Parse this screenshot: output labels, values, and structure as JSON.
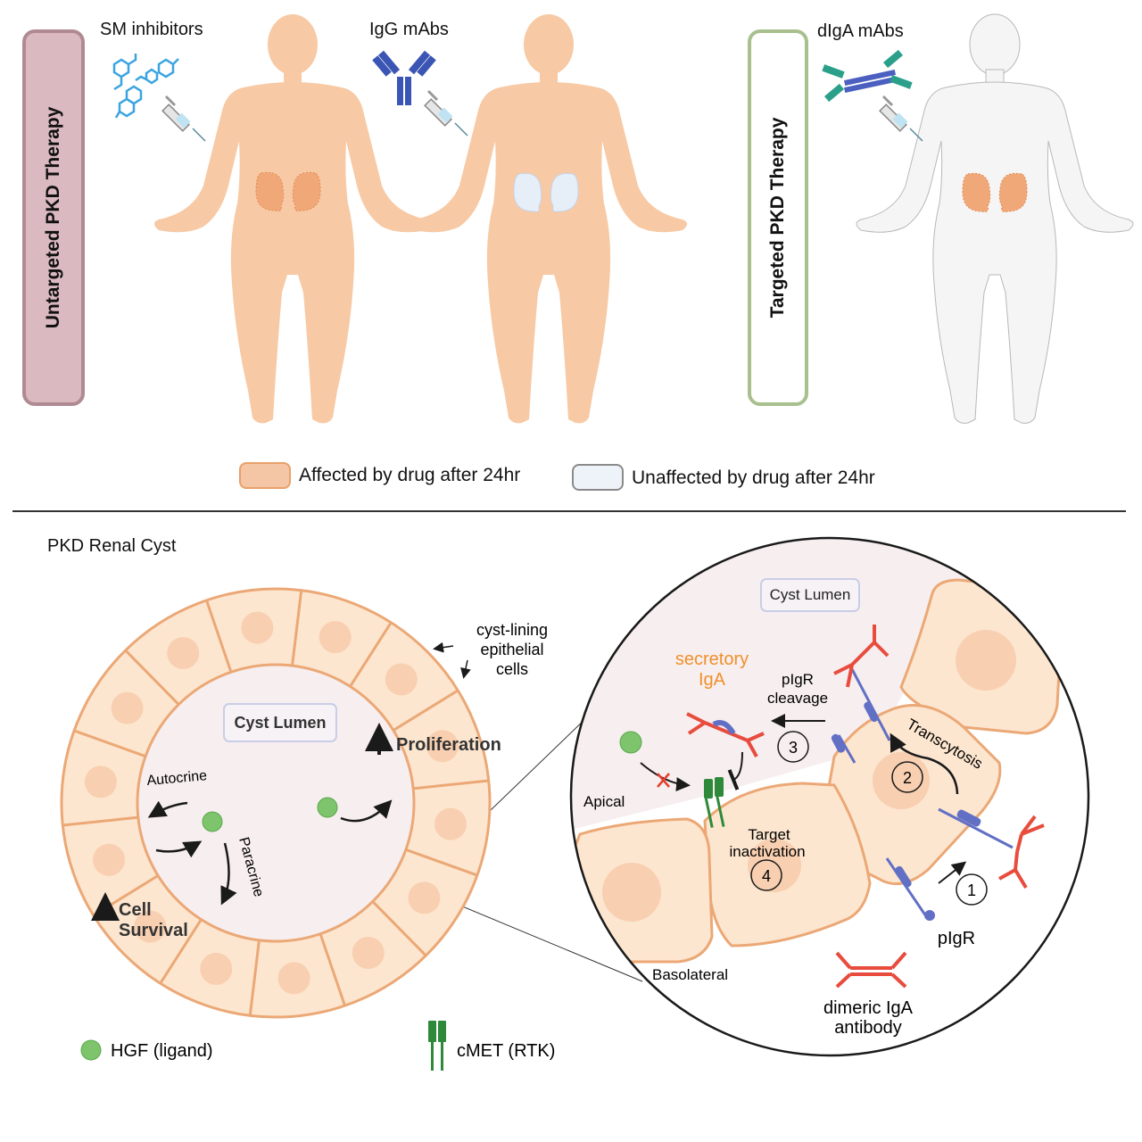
{
  "top_panel": {
    "untargeted_label": "Untargeted PKD Therapy",
    "targeted_label": "Targeted PKD Therapy",
    "drugs": [
      {
        "label": "SM inhibitors",
        "icon": "small-molecule-icon"
      },
      {
        "label": "IgG mAbs",
        "icon": "igg-antibody-icon"
      },
      {
        "label": "dIgA mAbs",
        "icon": "diga-antibody-icon"
      }
    ],
    "legend": [
      {
        "label": "Affected by drug after 24hr",
        "color": "#f5c6a5",
        "border": "#e8a06a"
      },
      {
        "label": "Unaffected by drug after 24hr",
        "color": "#eef3fa",
        "border": "#8a8a8a"
      }
    ]
  },
  "colors": {
    "untargeted_box": "#dbb9c0",
    "untargeted_border": "#b08a92",
    "targeted_box": "#ffffff",
    "targeted_border": "#a8c08e",
    "body_affected": "#f7c9a4",
    "body_unaffected": "#f4f4f4",
    "kidney_affected": "#e9915a",
    "kidney_unaffected": "#e6eef8",
    "cell_fill": "#fde6cf",
    "cell_border": "#eba876",
    "nucleus": "#f8cfb0",
    "lumen": "#f7eef0",
    "hgf": "#7dc46c",
    "cmet": "#2e8a3a",
    "piGR": "#6170c4",
    "iga": "#e84c3d",
    "secretory_iga_text": "#f0902a"
  },
  "bottom_panel": {
    "title": "PKD Renal Cyst",
    "cyst": {
      "lumen_label": "Cyst Lumen",
      "cell_annotation": "cyst-lining\nepithelial\ncells",
      "proliferation": "Proliferation",
      "autocrine": "Autocrine",
      "paracrine": "Paracrine",
      "cell_survival_line1": "Cell",
      "cell_survival_line2": "Survival"
    },
    "zoom": {
      "lumen_label": "Cyst Lumen",
      "secretory_iga_line1": "secretory",
      "secretory_iga_line2": "IgA",
      "pigr_cleavage_line1": "pIgR",
      "pigr_cleavage_line2": "cleavage",
      "transcytosis": "Transcytosis",
      "apical": "Apical",
      "basolateral": "Basolateral",
      "target_inactivation_line1": "Target",
      "target_inactivation_line2": "inactivation",
      "pigr": "pIgR",
      "dimeric_iga_line1": "dimeric IgA",
      "dimeric_iga_line2": "antibody",
      "steps": [
        "1",
        "2",
        "3",
        "4"
      ]
    },
    "legend": [
      {
        "label": "HGF (ligand)",
        "icon": "hgf-ligand-icon"
      },
      {
        "label": "cMET (RTK)",
        "icon": "cmet-receptor-icon"
      }
    ]
  }
}
